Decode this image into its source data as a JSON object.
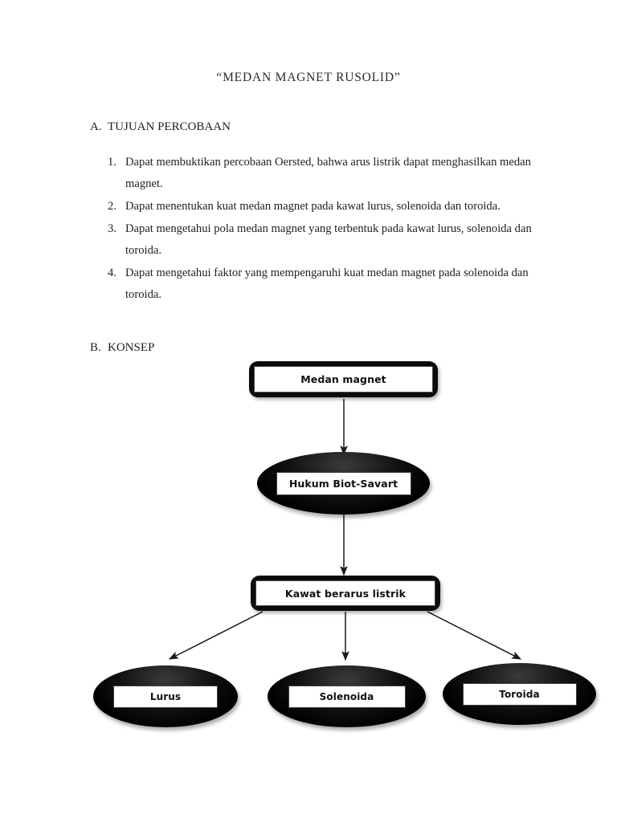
{
  "document": {
    "title": "“MEDAN MAGNET RUSOLID”"
  },
  "sections": {
    "a": {
      "letter": "A.",
      "heading": "TUJUAN PERCOBAAN",
      "items": [
        {
          "number": "1.",
          "text": "Dapat membuktikan percobaan Oersted, bahwa arus listrik dapat menghasilkan medan magnet."
        },
        {
          "number": "2.",
          "text": "Dapat menentukan kuat medan magnet pada kawat lurus, solenoida dan toroida."
        },
        {
          "number": "3.",
          "text": "Dapat mengetahui pola medan magnet yang terbentuk pada kawat lurus, solenoida dan toroida."
        },
        {
          "number": "4.",
          "text": "Dapat mengetahui faktor yang mempengaruhi kuat medan magnet pada solenoida dan toroida."
        }
      ]
    },
    "b": {
      "letter": "B.",
      "heading": "KONSEP"
    }
  },
  "flowchart": {
    "nodes": [
      {
        "id": "medan-magnet",
        "label": "Medan magnet",
        "shape": "rounded-rect"
      },
      {
        "id": "hukum-biot-savart",
        "label": "Hukum Biot-Savart",
        "shape": "ellipse"
      },
      {
        "id": "kawat-berarus",
        "label": "Kawat berarus listrik",
        "shape": "rounded-rect"
      },
      {
        "id": "lurus",
        "label": "Lurus",
        "shape": "ellipse"
      },
      {
        "id": "solenoida",
        "label": "Solenoida",
        "shape": "ellipse"
      },
      {
        "id": "toroida",
        "label": "Toroida",
        "shape": "ellipse"
      }
    ],
    "edges": [
      {
        "from": "medan-magnet",
        "to": "hukum-biot-savart"
      },
      {
        "from": "hukum-biot-savart",
        "to": "kawat-berarus"
      },
      {
        "from": "kawat-berarus",
        "to": "lurus"
      },
      {
        "from": "kawat-berarus",
        "to": "solenoida"
      },
      {
        "from": "kawat-berarus",
        "to": "toroida"
      }
    ],
    "colors": {
      "node_fill": "#000000",
      "plate_fill": "#ffffff",
      "edge_stroke": "#1a1a1a",
      "text": "#111111"
    }
  }
}
